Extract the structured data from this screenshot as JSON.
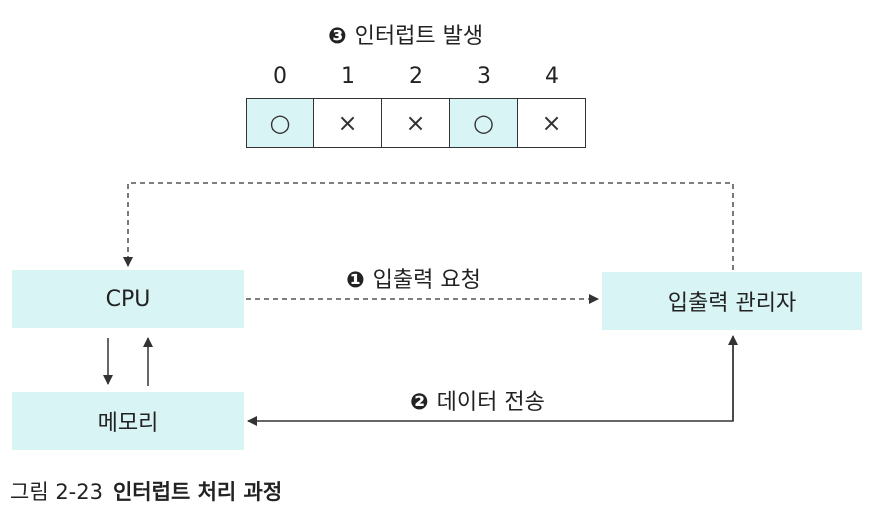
{
  "diagram": {
    "step3_number": "❸",
    "step3_label": "인터럽트 발생",
    "step1_number": "❶",
    "step1_label": "입출력 요청",
    "step2_number": "❷",
    "step2_label": "데이터 전송",
    "nodes": {
      "cpu": "CPU",
      "memory": "메모리",
      "io_manager": "입출력 관리자"
    },
    "array": {
      "indices": [
        "0",
        "1",
        "2",
        "3",
        "4"
      ],
      "cells": [
        {
          "symbol": "○",
          "highlighted": true
        },
        {
          "symbol": "×",
          "highlighted": false
        },
        {
          "symbol": "×",
          "highlighted": false
        },
        {
          "symbol": "○",
          "highlighted": true
        },
        {
          "symbol": "×",
          "highlighted": false
        }
      ]
    },
    "colors": {
      "box_fill": "#d9f4f5",
      "stroke": "#333333"
    }
  },
  "caption": {
    "figure_number": "그림 2-23",
    "title": "인터럽트 처리 과정"
  }
}
